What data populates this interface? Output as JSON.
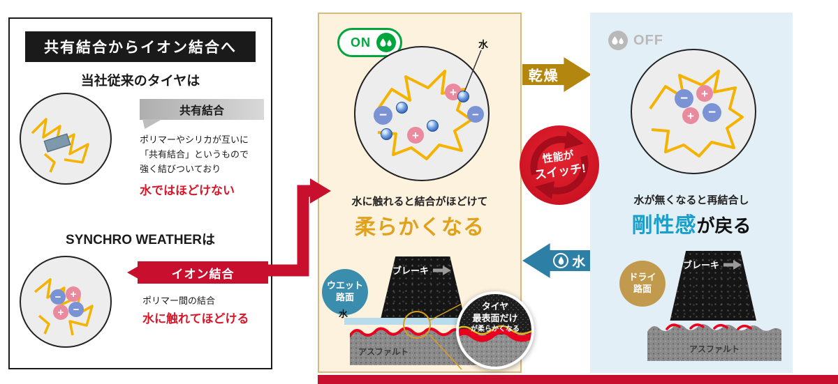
{
  "symbols": {
    "plus": "+",
    "minus": "−"
  },
  "left": {
    "title": "共有結合からイオン結合へ",
    "conv_heading": "当社従来のタイヤは",
    "conv_bond": "共有結合",
    "conv_desc1": "ポリマーやシリカが互いに",
    "conv_desc2": "「共有結合」というもので",
    "conv_desc3": "強く結びついており",
    "conv_highlight": "水ではほどけない",
    "syn_heading": "SYNCHRO WEATHERは",
    "syn_bond": "イオン結合",
    "syn_desc": "ポリマー間の結合",
    "syn_highlight": "水に触れてほどける"
  },
  "wet": {
    "state": "ON",
    "water_point": "水",
    "desc": "水に触れると結合がほどけて",
    "highlight": "柔らかくなる",
    "road_line1": "ウエット",
    "road_line2": "路面",
    "brake": "ブレーキ",
    "water_label": "水",
    "asphalt": "アスファルト",
    "zoom_line1": "タイヤ",
    "zoom_line2": "最表面だけ",
    "zoom_line3": "が柔らかくなる"
  },
  "dry": {
    "state": "OFF",
    "desc": "水が無くなると再結合し",
    "highlight_blue": "剛性感",
    "highlight_rest": "が戻る",
    "road_line1": "ドライ",
    "road_line2": "路面",
    "brake": "ブレーキ",
    "asphalt": "アスファルト"
  },
  "transition": {
    "dry_arrow": "乾燥",
    "switch_line1": "性能が",
    "switch_line2": "スイッチ!",
    "water_arrow": "水"
  },
  "colors": {
    "brand_red": "#c8102e",
    "gold_arrow": "#b3870f",
    "soft_orange": "#dfa11e",
    "rigid_blue": "#199fca",
    "on_green": "#00a63c",
    "wet_badge_blue": "#3a8dad",
    "dry_badge_tan": "#c29a4d",
    "polymer_yellow": "#f5b301",
    "ion_pink": "#ea8a9e",
    "ion_blue": "#7b93d4"
  },
  "icons": {
    "on_badge": "water-drops-icon",
    "off_badge": "water-drops-icon",
    "switch_badge": "cycle-arrows-icon",
    "water_arrow": "droplet-circle-icon",
    "brake": "right-arrow-icon",
    "magnifier": "magnifier-circle"
  }
}
